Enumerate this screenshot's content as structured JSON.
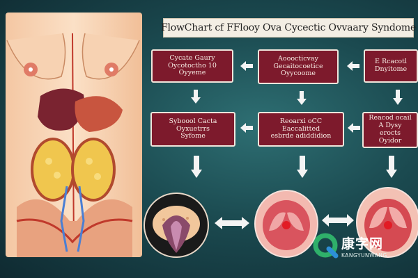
{
  "title": "FlowChart cf FFlooy Ova Cycectic Ovvaary Syndome",
  "boxes": {
    "r1c1": "Cycate Gaury\nOycotoctho 10\nOyyeme",
    "r1c2": "Aooocticvay\nGecaitocoetice\nOyycoome",
    "r1c3": "E Rcacotl\nDnyitome",
    "r2c1": "Syboool Cacta\nOyxuetrrs\nSyfome",
    "r2c2": "Reoarxi oCC Eaccalitted\nesbrde adiddidion",
    "r2c3": "Reacod ocail\nA Dysy erocts\nOyidor"
  },
  "watermark": {
    "chinese": "康字网",
    "english": "KANGYUNWANG"
  },
  "colors": {
    "box_fill": "#7d1a2c",
    "box_border": "#f0e6dc",
    "background": "#1b4a50",
    "arrow": "#f4f4f4"
  },
  "icons": [
    "arrow-left-icon",
    "arrow-down-icon",
    "arrow-double-icon",
    "logo-icon"
  ]
}
